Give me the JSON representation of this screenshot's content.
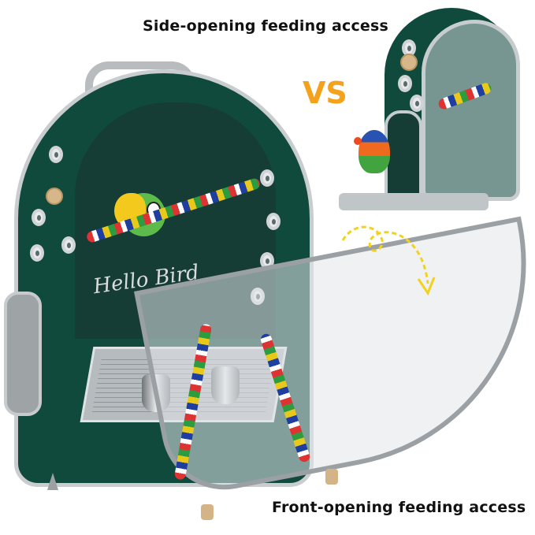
{
  "captions": {
    "top": "Side-opening feeding access",
    "versus": "VS",
    "bottom": "Front-opening feeding access"
  },
  "product": {
    "print_text": "Hello Bird",
    "colors": {
      "body_green": "#0f4a3c",
      "trim_gray": "#c9cdd0",
      "vs_orange": "#f4a21c",
      "arrow_yellow": "#f2d21b"
    }
  }
}
